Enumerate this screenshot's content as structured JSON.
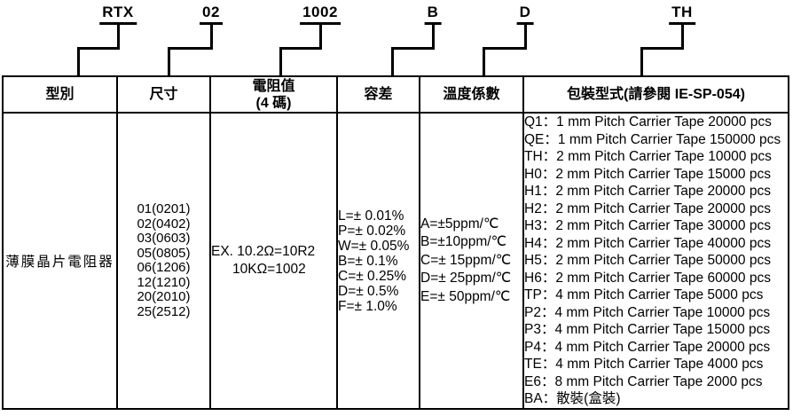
{
  "part_number": {
    "segments": [
      "RTX",
      "02",
      "1002",
      "B",
      "D",
      "TH"
    ]
  },
  "table": {
    "headers": {
      "type": "型別",
      "size": "尺寸",
      "resistance_line1": "電阻值",
      "resistance_line2": "(4 碼)",
      "tolerance": "容差",
      "tempco": "溫度係數",
      "packaging": "包裝型式(請參閱 IE-SP-054)"
    },
    "body": {
      "type": "薄膜晶片電阻器",
      "sizes": [
        "01(0201)",
        "02(0402)",
        "03(0603)",
        "05(0805)",
        "06(1206)",
        "12(1210)",
        "20(2010)",
        "25(2512)"
      ],
      "resistance_example": [
        "EX. 10.2Ω=10R2",
        "10KΩ=1002"
      ],
      "tolerances": [
        "L=± 0.01%",
        "P=± 0.02%",
        "W=± 0.05%",
        "B=± 0.1%",
        "C=± 0.25%",
        "D=± 0.5%",
        "F=± 1.0%"
      ],
      "tempcos": [
        "A=±5ppm/℃",
        "B=±10ppm/℃",
        "C=± 15ppm/℃",
        "D=± 25ppm/℃",
        "E=± 50ppm/℃"
      ],
      "packaging_options": [
        "Q1：1 mm Pitch Carrier Tape 20000 pcs",
        "QE：1 mm Pitch Carrier Tape 150000 pcs",
        "TH：2 mm Pitch Carrier Tape 10000 pcs",
        "H0：2 mm Pitch Carrier Tape 15000 pcs",
        "H1：2 mm Pitch Carrier Tape 20000 pcs",
        "H2：2 mm Pitch Carrier Tape 20000 pcs",
        "H3：2 mm Pitch Carrier Tape 30000 pcs",
        "H4：2 mm Pitch Carrier Tape 40000 pcs",
        "H5：2 mm Pitch Carrier Tape 50000 pcs",
        "H6：2 mm Pitch Carrier Tape 60000 pcs",
        "TP：4 mm Pitch Carrier Tape 5000 pcs",
        "P2：4 mm Pitch Carrier Tape 10000 pcs",
        "P3：4 mm Pitch Carrier Tape 15000 pcs",
        "P4：4 mm Pitch Carrier Tape 20000 pcs",
        "TE：4 mm Pitch Carrier Tape 4000 pcs",
        "E6：8 mm Pitch Carrier Tape 2000 pcs",
        "BA：散裝(盒裝)"
      ]
    }
  },
  "colors": {
    "ink": "#000000",
    "paper": "#ffffff"
  }
}
